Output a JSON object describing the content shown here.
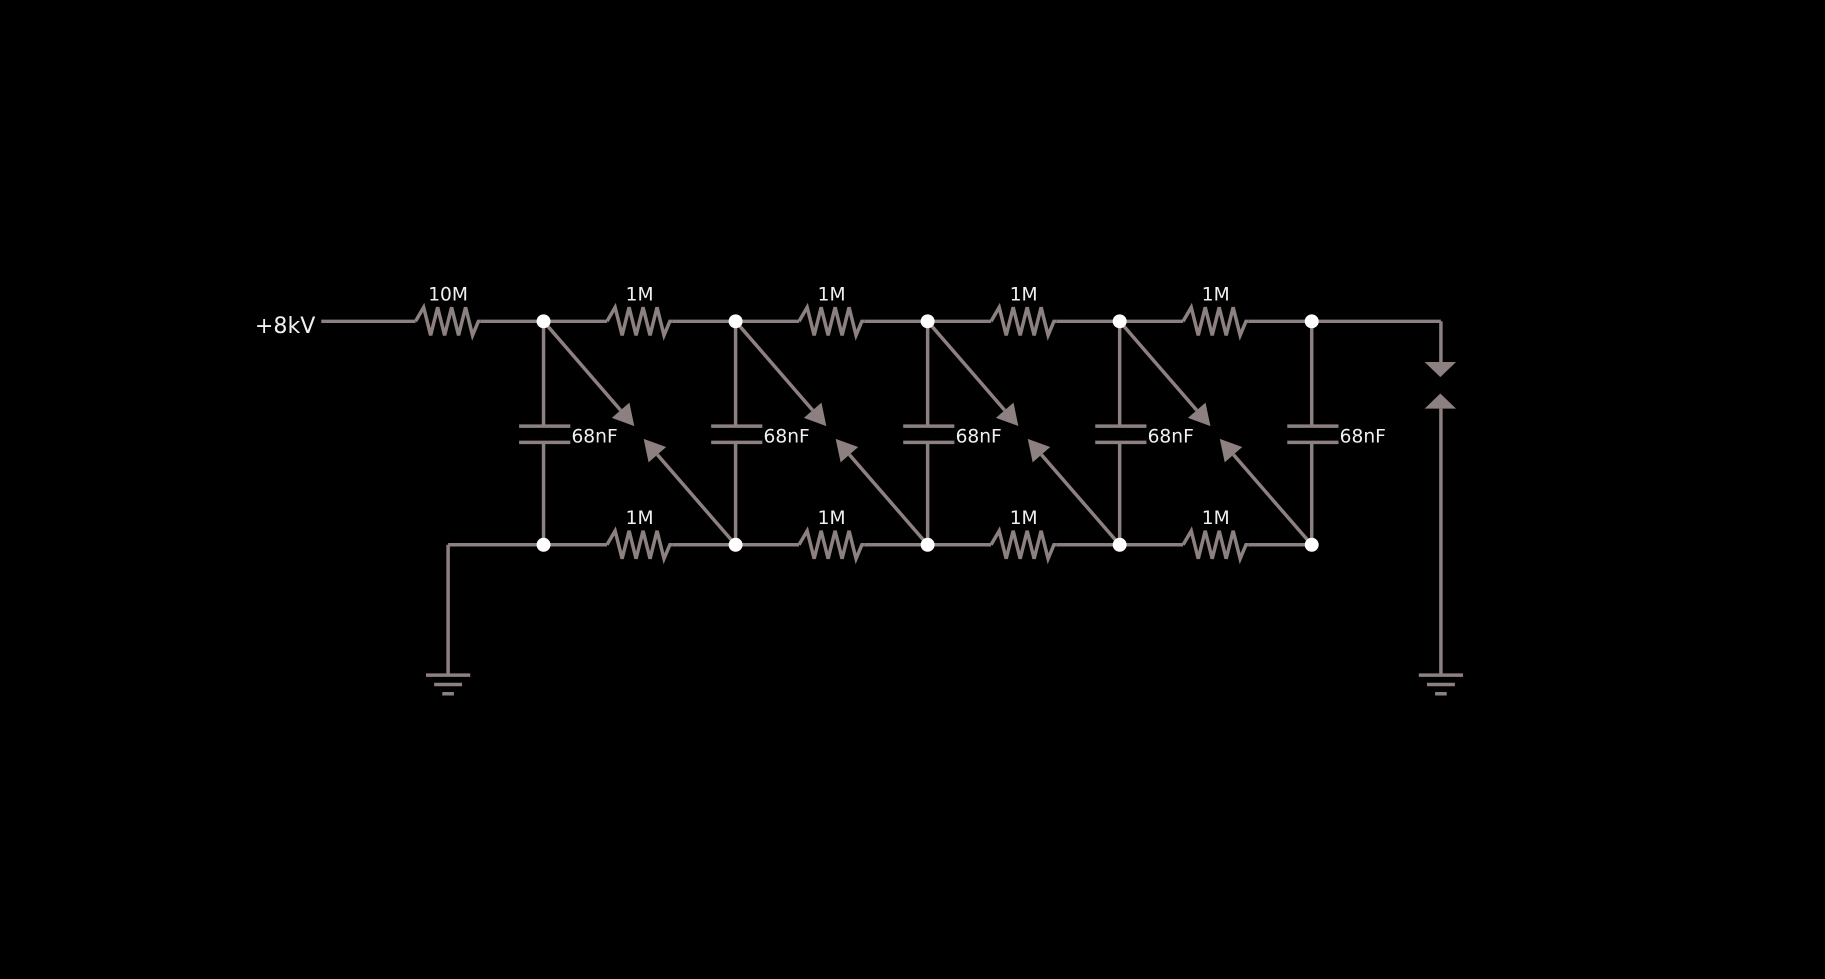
{
  "colors": {
    "background": "#000000",
    "wire": "#8c8080",
    "node": "#ffffff",
    "label": "#f0f0f0"
  },
  "source": {
    "label": "+8kV"
  },
  "input_resistor": {
    "label": "10M"
  },
  "top_resistors": [
    {
      "label": "1M"
    },
    {
      "label": "1M"
    },
    {
      "label": "1M"
    },
    {
      "label": "1M"
    }
  ],
  "bottom_resistors": [
    {
      "label": "1M"
    },
    {
      "label": "1M"
    },
    {
      "label": "1M"
    },
    {
      "label": "1M"
    }
  ],
  "capacitors": [
    {
      "label": "68nF"
    },
    {
      "label": "68nF"
    },
    {
      "label": "68nF"
    },
    {
      "label": "68nF"
    },
    {
      "label": "68nF"
    }
  ],
  "output": {
    "type": "spark-gap",
    "ground": "ground-icon"
  }
}
